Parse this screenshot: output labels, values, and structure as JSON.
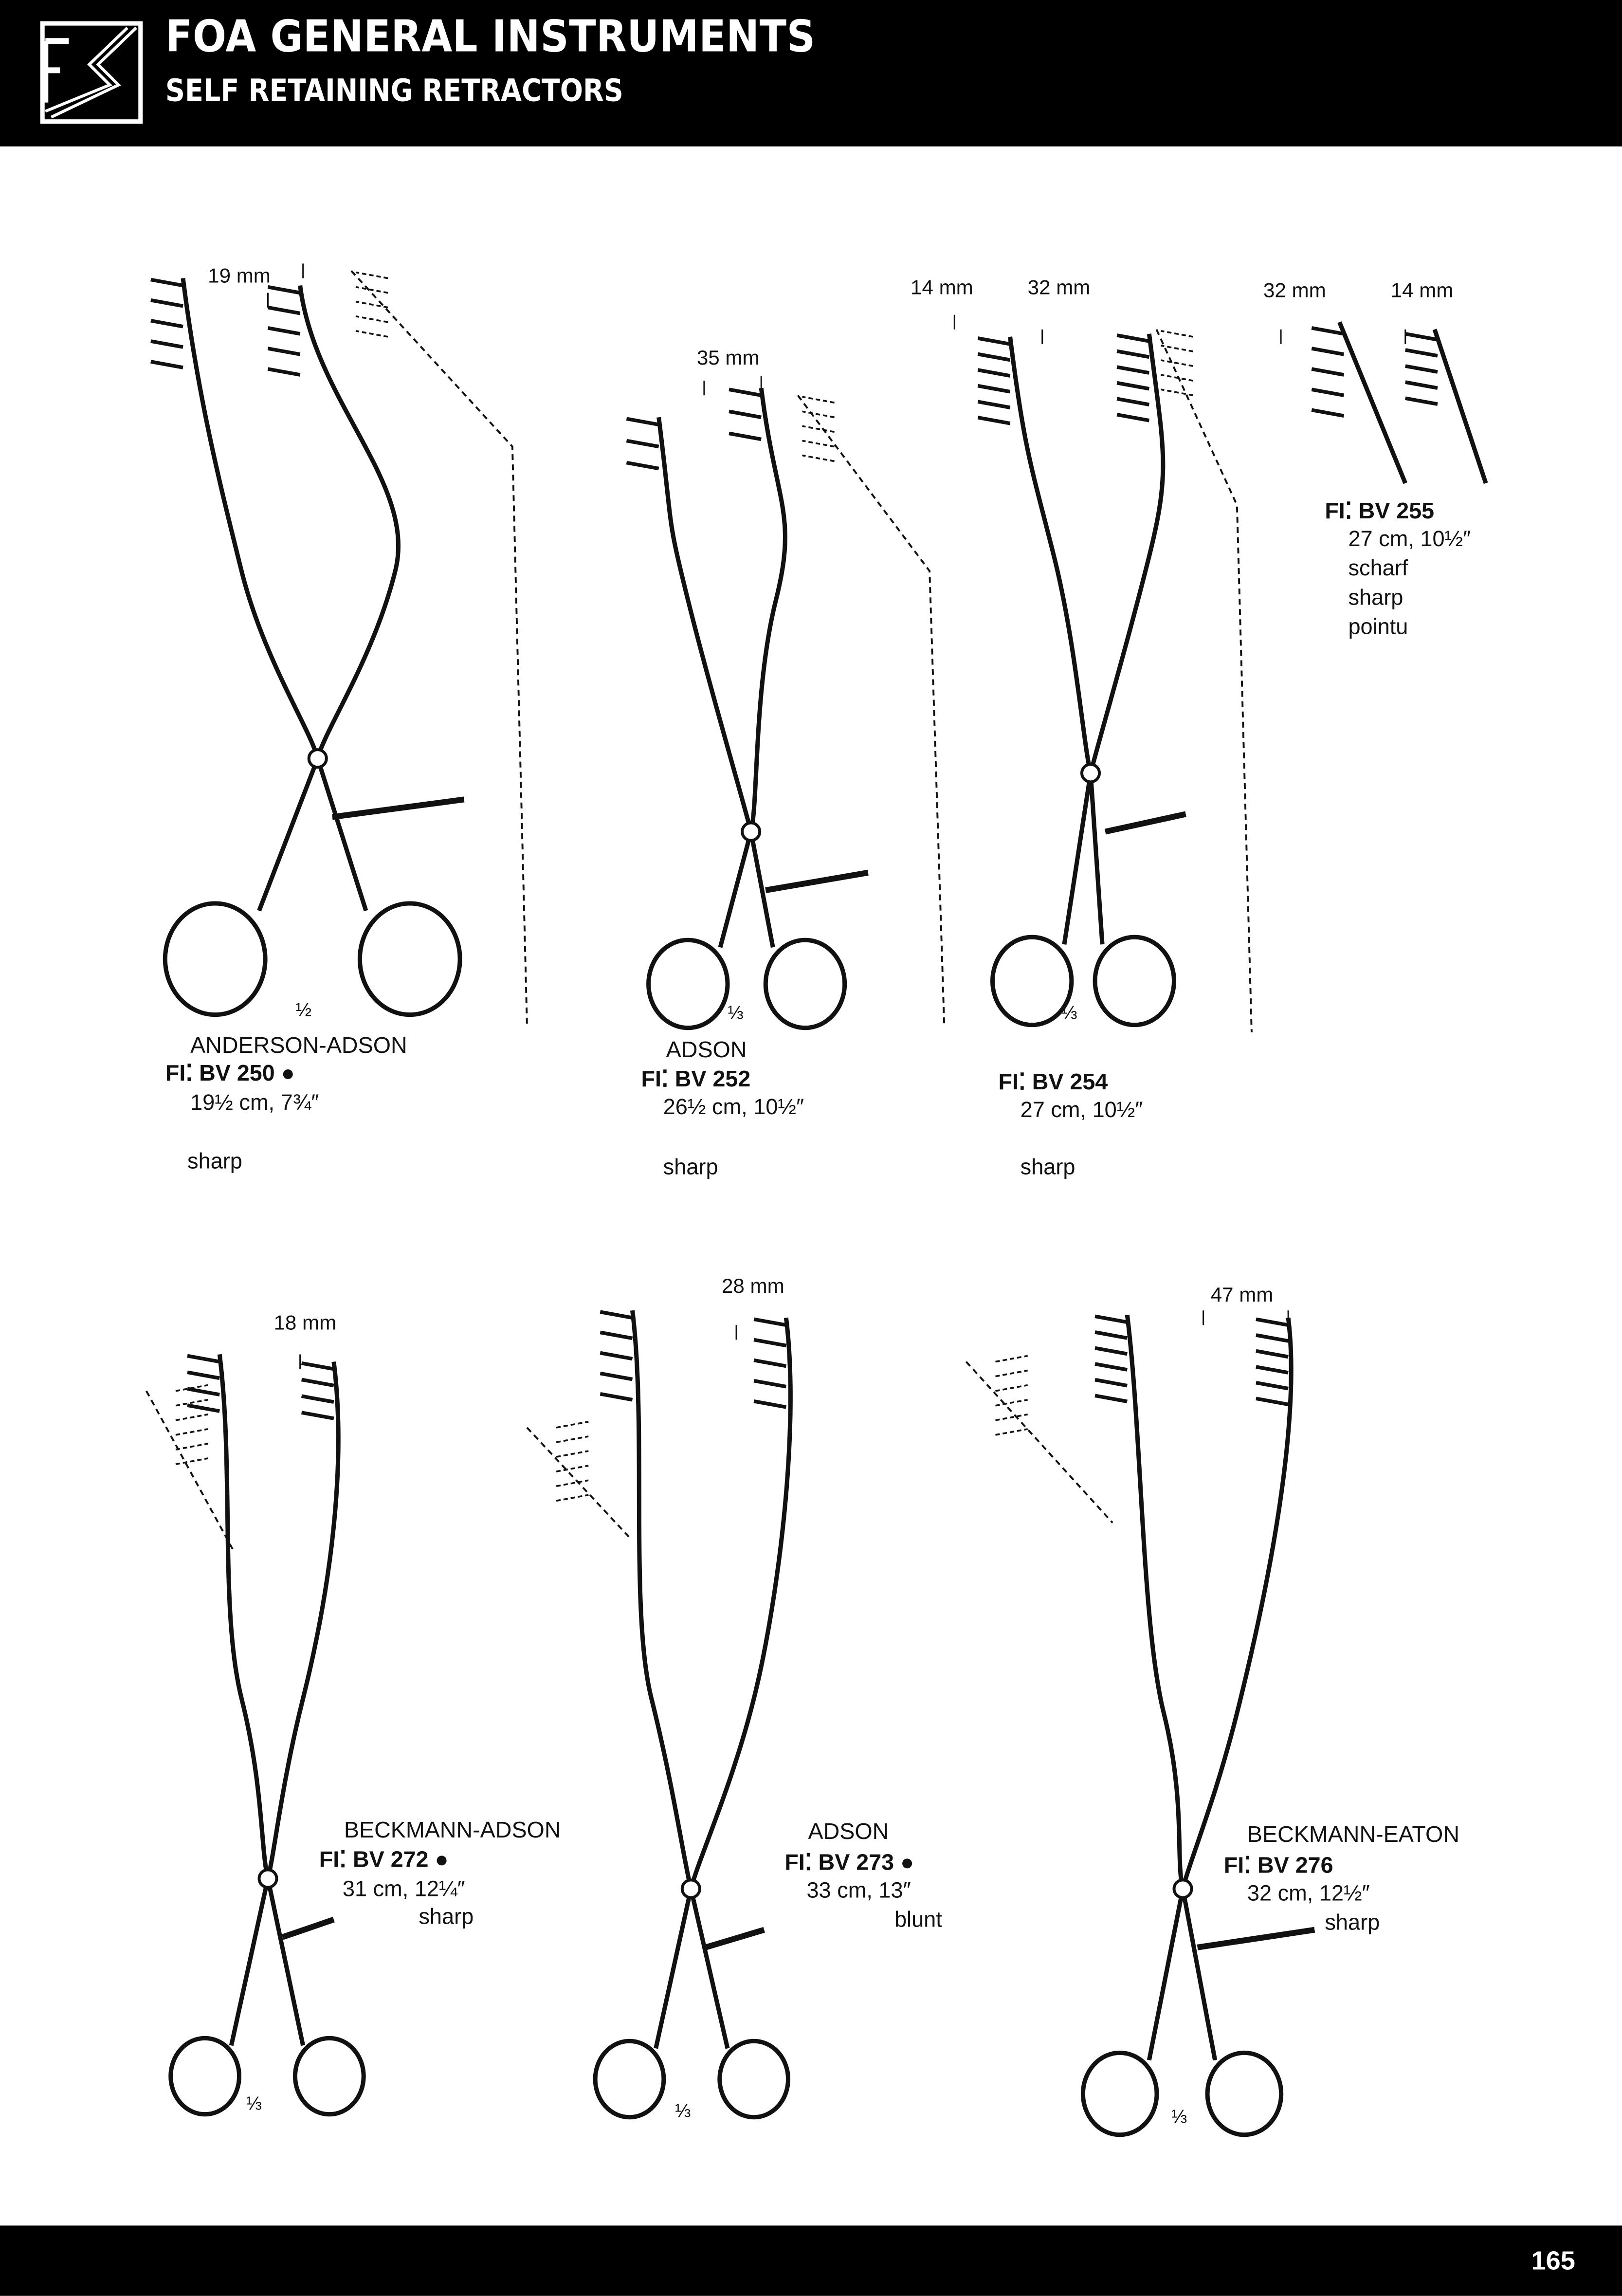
{
  "header": {
    "title": "FOA GENERAL INSTRUMENTS",
    "subtitle": "SELF RETAINING RETRACTORS",
    "logo_text": "FS"
  },
  "footer": {
    "page_number": "165"
  },
  "products": [
    {
      "name": "ANDERSON-ADSON",
      "code": "FI⁚ BV 250 ●",
      "size": "19½ cm, 7¾″",
      "tips": [
        "sharp"
      ],
      "dims": [
        "19 mm"
      ],
      "scale": "½"
    },
    {
      "name": "ADSON",
      "code": "FI⁚ BV 252",
      "size": "26½ cm, 10½″",
      "tips": [
        "sharp"
      ],
      "dims": [
        "35 mm"
      ],
      "scale": "⅓"
    },
    {
      "name": "",
      "code": "FI⁚ BV 254",
      "size": "27 cm, 10½″",
      "tips": [
        "sharp"
      ],
      "dims": [
        "14 mm",
        "32 mm"
      ],
      "scale": "⅓"
    },
    {
      "name": "",
      "code": "FI⁚ BV 255",
      "size": "27 cm, 10½″",
      "tips": [
        "scharf",
        "sharp",
        "pointu"
      ],
      "dims": [
        "32 mm",
        "14 mm"
      ],
      "scale": ""
    },
    {
      "name": "BECKMANN-ADSON",
      "code": "FI⁚ BV 272 ●",
      "size": "31 cm, 12¼″",
      "tips": [
        "sharp"
      ],
      "dims": [
        "18 mm"
      ],
      "scale": "⅓"
    },
    {
      "name": "ADSON",
      "code": "FI⁚ BV 273 ●",
      "size": "33 cm, 13″",
      "tips": [
        "blunt"
      ],
      "dims": [
        "28 mm"
      ],
      "scale": "⅓"
    },
    {
      "name": "BECKMANN-EATON",
      "code": "FI⁚ BV 276",
      "size": "32 cm, 12½″",
      "tips": [
        "sharp"
      ],
      "dims": [
        "47 mm"
      ],
      "scale": "⅓"
    }
  ]
}
